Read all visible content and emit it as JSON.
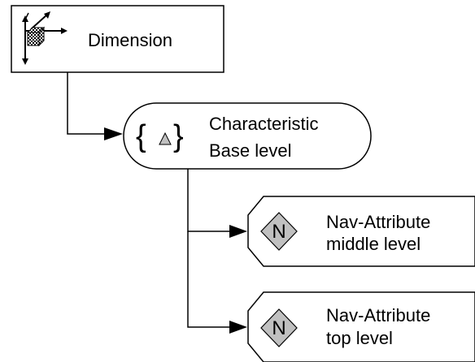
{
  "nodes": {
    "dimension": {
      "label": "Dimension"
    },
    "characteristic": {
      "line1": "Characteristic",
      "line2": "Base level"
    },
    "nav_middle": {
      "line1": "Nav-Attribute",
      "line2": "middle level",
      "glyph": "N"
    },
    "nav_top": {
      "line1": "Nav-Attribute",
      "line2": "top level",
      "glyph": "N"
    }
  },
  "icons": {
    "dimension": "dimension-axes-icon",
    "characteristic": "triangle-in-braces-icon",
    "nav_attribute": "diamond-n-icon"
  },
  "colors": {
    "line": "#000000",
    "icon_fill": "#c0c0c0",
    "background": "#ffffff"
  }
}
